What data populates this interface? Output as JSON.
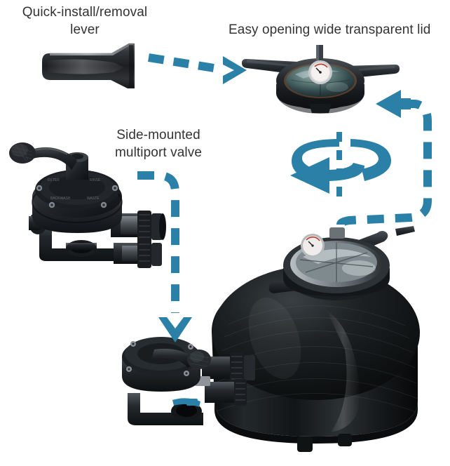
{
  "diagram": {
    "title": "Pool sand filter exploded feature diagram",
    "background_color": "#ffffff",
    "accent_color": "#2b80a8",
    "text_color": "#333333",
    "callouts": [
      {
        "id": "lever",
        "text": "Quick-install/removal\nlever",
        "name": "callout-quick-install-removal-lever"
      },
      {
        "id": "lid",
        "text": "Easy opening wide transparent lid",
        "name": "callout-easy-opening-lid"
      },
      {
        "id": "valve",
        "text": "Side-mounted\nmultiport valve",
        "name": "callout-side-mounted-multiport-valve"
      }
    ],
    "parts": [
      {
        "id": "lever-tool",
        "name": "quick-install-removal-lever-photo",
        "description": "Black plastic flared pry lever tool"
      },
      {
        "id": "lid-assembly",
        "name": "transparent-lid-assembly-photo",
        "description": "Wide transparent lid with two black wing handles and pressure gauge"
      },
      {
        "id": "multiport-valve",
        "name": "multiport-valve-photo",
        "description": "Black side-mounted multiport valve with lever handle and union fittings"
      },
      {
        "id": "filter-tank",
        "name": "filter-tank-photo",
        "description": "Large black sand filter tank with lid on top and valve on the side"
      },
      {
        "id": "tank-valve",
        "name": "tank-mounted-valve-photo",
        "description": "Multiport valve mounted on the filter tank with blue drain accent"
      }
    ],
    "connectors": [
      {
        "id": "lever-to-lid",
        "name": "arrow-lever-to-lid",
        "style": "dashed",
        "arrowhead": "right",
        "from": "lever-tool",
        "to": "lid-assembly"
      },
      {
        "id": "lid-to-tank",
        "name": "arrow-lid-to-tank",
        "style": "dashed",
        "arrowhead": "left",
        "from": "filter-tank-lid",
        "to": "lid-assembly"
      },
      {
        "id": "valve-to-tank",
        "name": "arrow-valve-to-tank",
        "style": "dashed",
        "arrowhead": "down",
        "from": "multiport-valve",
        "to": "tank-valve"
      },
      {
        "id": "rotation",
        "name": "rotation-twist-icon",
        "style": "solid",
        "arrowhead": "left",
        "description": "Twist / rotate to open indicator with dashed vertical axis"
      }
    ],
    "gauge": {
      "name": "pressure-gauge",
      "face_color": "#f3eeee",
      "needle_color": "#c0392b"
    }
  }
}
